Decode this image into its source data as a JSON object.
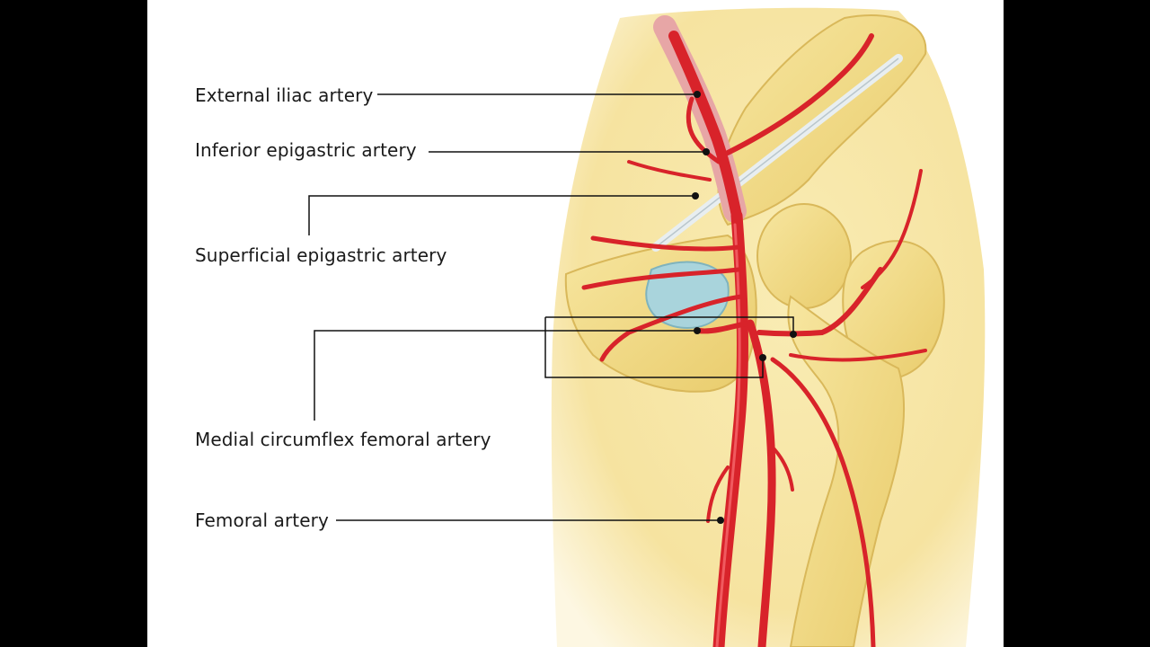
{
  "labels": {
    "external_iliac": "External iliac artery",
    "inferior_epigastric": "Inferior epigastric artery",
    "superficial_epigastric": "Superficial epigastric artery",
    "medial_circumflex": "Medial circumflex femoral artery",
    "femoral": "Femoral artery"
  },
  "colors": {
    "letterbox": "#000000",
    "background": "#ffffff",
    "skin": "#f7e7a8",
    "bone": "#f3dc84",
    "bone_shadow": "#d9b85a",
    "artery": "#d8232a",
    "artery_dark": "#9e1218",
    "ligament": "#e8eef0",
    "obturator": "#a9d4dc",
    "leader_line": "#111111",
    "text": "#1a1a1a"
  }
}
